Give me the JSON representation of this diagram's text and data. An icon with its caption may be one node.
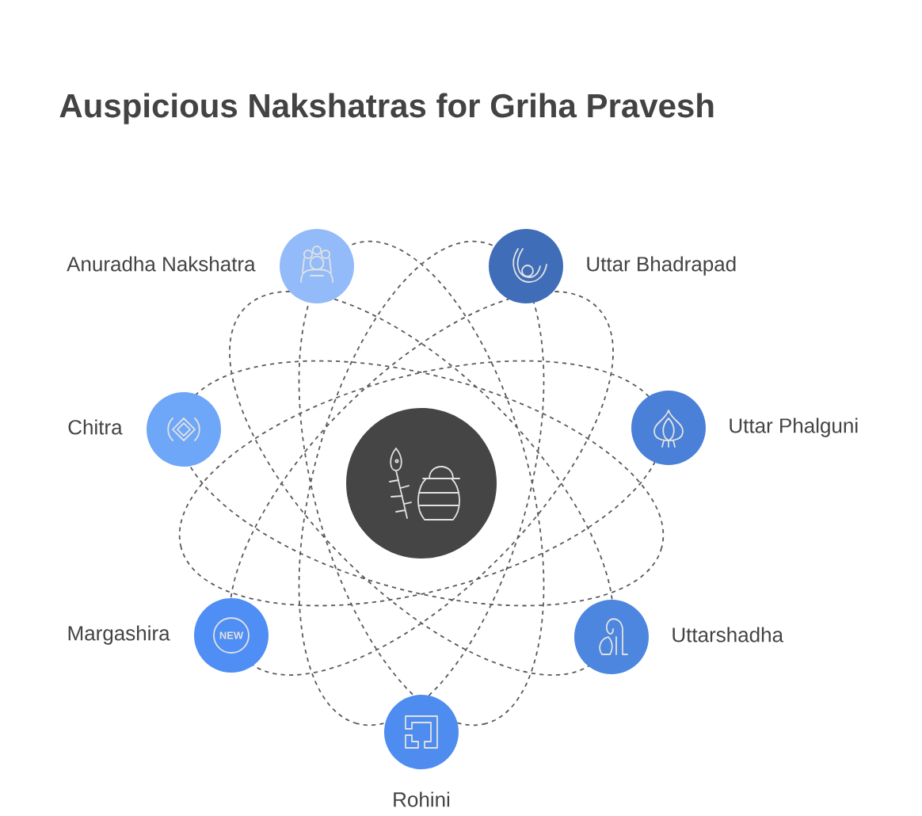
{
  "diagram": {
    "title": "Auspicious Nakshatras for Griha Pravesh",
    "nodes": [
      {
        "text": [
          "Anuradha Nakshatra"
        ]
      },
      {
        "text": [
          "Uttar Bhadrapad"
        ]
      },
      {
        "text": [
          "Chitra"
        ]
      },
      {
        "text": [
          "Uttar Phalguni"
        ]
      },
      {
        "text": [],
        "shape": "circle"
      },
      {
        "text": [
          "Margashira",
          "NEW"
        ]
      },
      {
        "text": [
          "Uttarshadha"
        ]
      },
      {
        "text": [
          "Rohini"
        ]
      }
    ]
  }
}
